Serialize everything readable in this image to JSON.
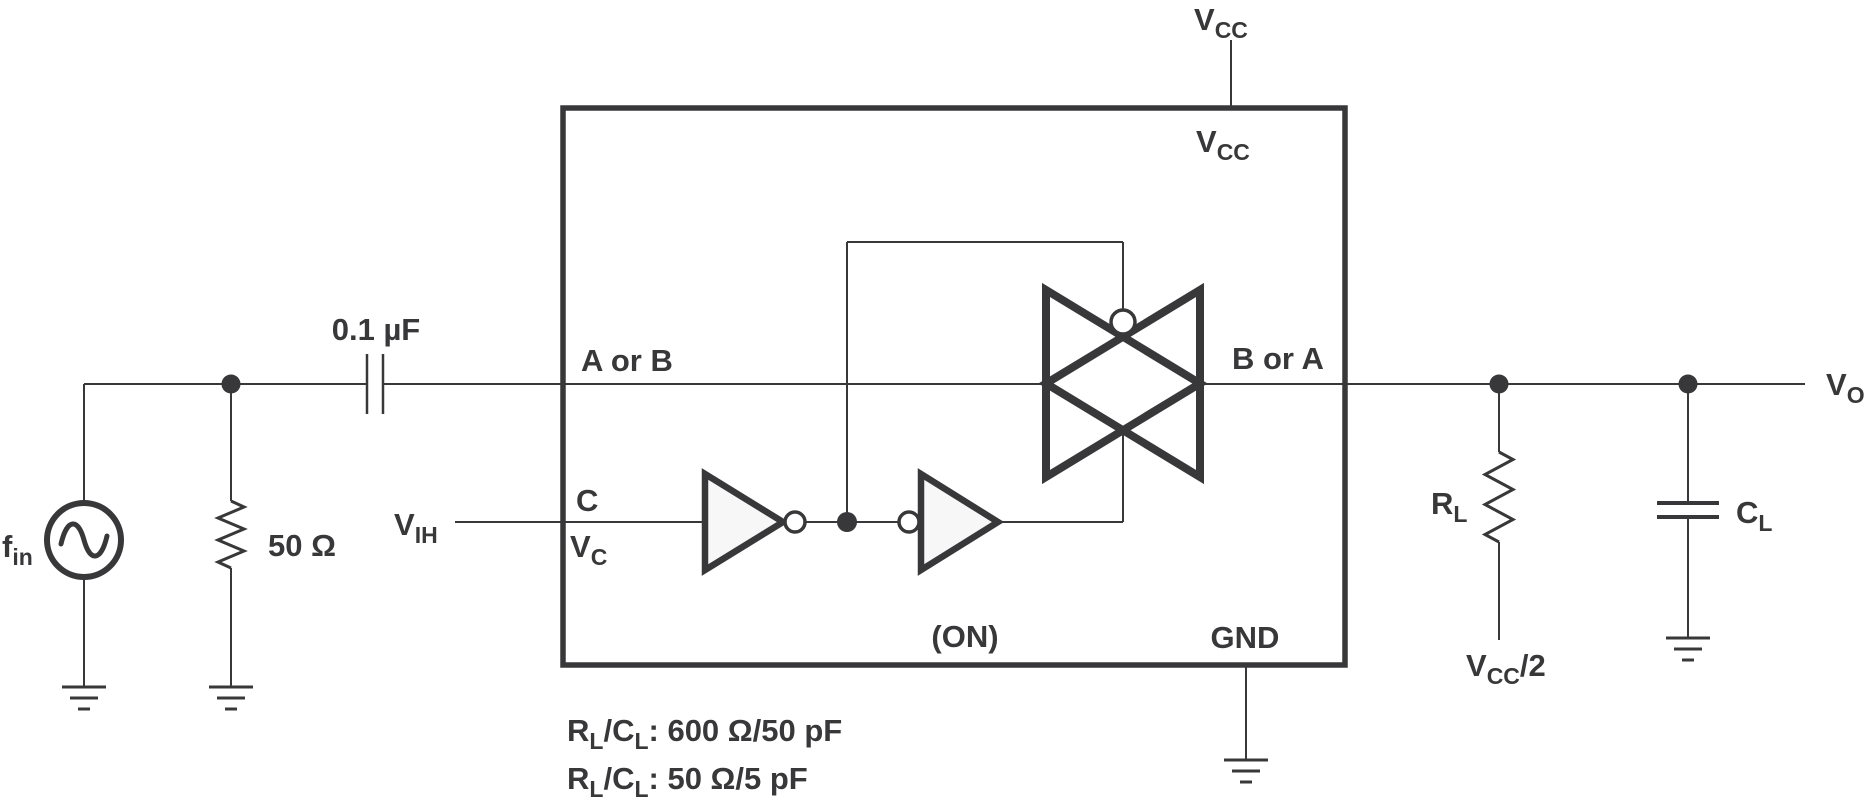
{
  "colors": {
    "ink": "#38383a",
    "bg": "#ffffff",
    "gate_fill": "#f7f7f8"
  },
  "source": {
    "label": {
      "main": "f",
      "sub": "in"
    }
  },
  "termination": {
    "value": "50 Ω"
  },
  "coupling_cap": {
    "value": "0.1 µF"
  },
  "control": {
    "label": {
      "main": "V",
      "sub": "IH"
    }
  },
  "device": {
    "supply_pin": {
      "main": "V",
      "sub": "CC"
    },
    "supply_inside": {
      "main": "V",
      "sub": "CC"
    },
    "input_pin": "A or B",
    "output_pin": "B or A",
    "control_pin": "C",
    "control_voltage": {
      "main": "V",
      "sub": "C"
    },
    "state": "(ON)",
    "ground_pin": "GND"
  },
  "load": {
    "resistor": {
      "main": "R",
      "sub": "L"
    },
    "bias": {
      "main": "V",
      "sub": "CC",
      "tail": "/2"
    },
    "capacitor": {
      "main": "C",
      "sub": "L"
    }
  },
  "output": {
    "label": {
      "main": "V",
      "sub": "O"
    }
  },
  "notes": [
    {
      "r": "R",
      "rs": "L",
      "c": "/C",
      "cs": "L",
      "rest": ": 600 Ω/50 pF"
    },
    {
      "r": "R",
      "rs": "L",
      "c": "/C",
      "cs": "L",
      "rest": ": 50 Ω/5 pF"
    }
  ]
}
